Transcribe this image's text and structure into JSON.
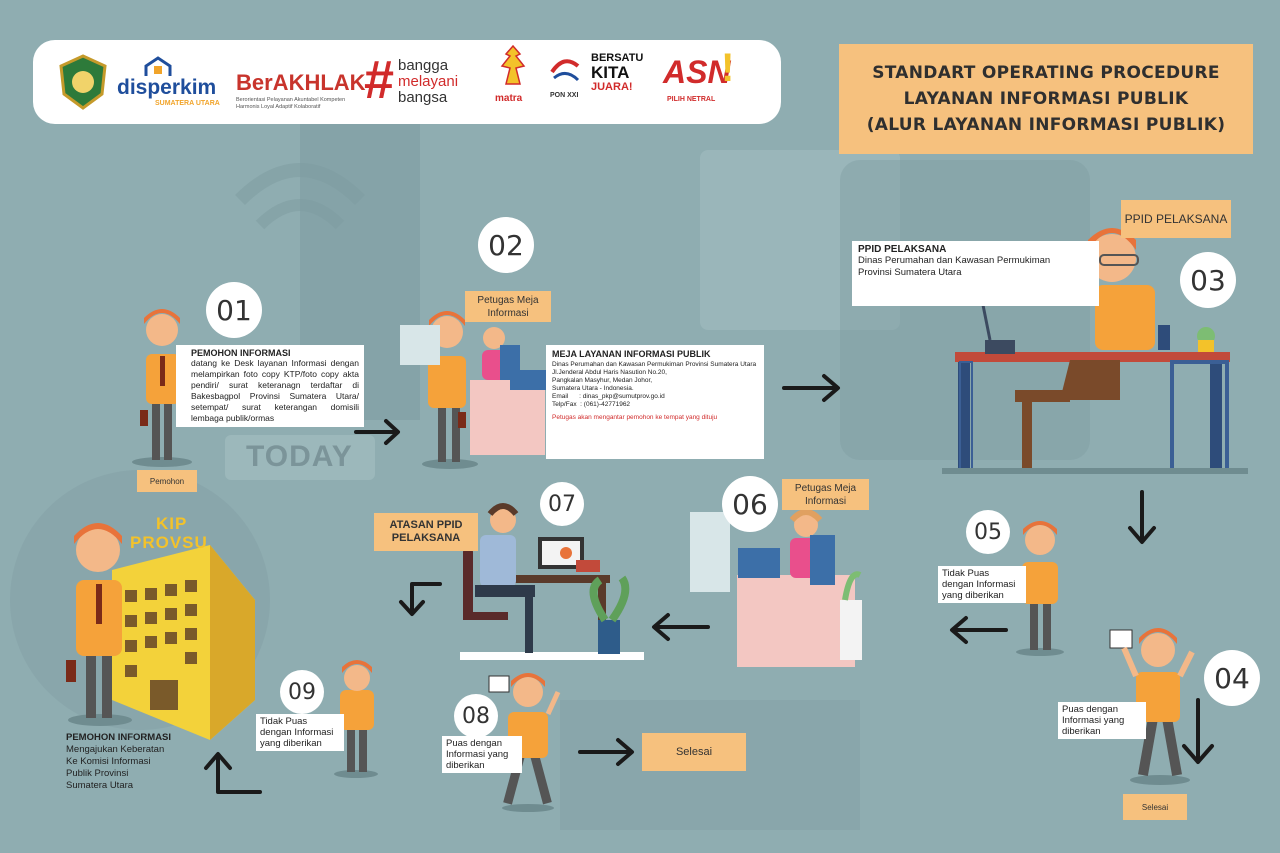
{
  "logos": {
    "disperkim": "disperkim",
    "disperkim_sub": "SUMATERA UTARA",
    "berakhlak": "BerAKHLAK",
    "berakhlak_sub": "Berorientasi Pelayanan Akuntabel Kompeten Harmonis Loyal Adaptif Kolaboratif",
    "bangga_1": "bangga",
    "bangga_2": "melayani",
    "bangga_3": "bangsa",
    "matra": "matra",
    "pon": "PON XXI",
    "bersatu_1": "BERSATU",
    "bersatu_2": "KITA",
    "bersatu_3": "JUARA!",
    "asn": "ASN",
    "asn_sub": "PILIH NETRAL"
  },
  "title": {
    "line1": "STANDART OPERATING PROCEDURE",
    "line2": "LAYANAN INFORMASI PUBLIK",
    "line3": "(ALUR LAYANAN INFORMASI PUBLIK)"
  },
  "bg_text": "TODAY",
  "steps": {
    "s01": {
      "num": "01",
      "heading": "PEMOHON INFORMASI",
      "text": "datang ke Desk layanan Informasi dengan melampirkan foto copy KTP/foto copy akta pendiri/ surat keteranagn terdaftar di Bakesbagpol Provinsi Sumatera Utara/ setempat/ surat keterangan domisili lembaga publik/ormas",
      "tag": "Pemohon"
    },
    "s02": {
      "num": "02",
      "tag": "Petugas Meja Informasi",
      "heading": "MEJA LAYANAN INFORMASI PUBLIK",
      "line1": "Dinas Perumahan dan Kawasan Permukiman Provinsi Sumatera Utara",
      "line2": "Jl.Jenderal Abdul Haris Nasution No.20,",
      "line3": "Pangkalan Masyhur, Medan Johor,",
      "line4": "Sumatera Utara - Indonesia.",
      "line5": "Email      : dinas_pkp@sumutprov.go.id",
      "line6": "Telp/Fax  : (061)-42771962",
      "note": "Petugas akan mengantar pemohon ke tempat yang dituju"
    },
    "s03": {
      "num": "03",
      "tag": "PPID PELAKSANA",
      "heading": "PPID PELAKSANA",
      "line1": "Dinas Perumahan dan Kawasan Permukiman",
      "line2": "Provinsi Sumatera Utara"
    },
    "s04": {
      "num": "04",
      "text": "Puas dengan Informasi yang diberikan",
      "tag": "Selesai"
    },
    "s05": {
      "num": "05",
      "text": "Tidak Puas dengan Informasi yang diberikan"
    },
    "s06": {
      "num": "06",
      "tag": "Petugas Meja Informasi"
    },
    "s07": {
      "num": "07",
      "tag": "ATASAN PPID PELAKSANA"
    },
    "s08": {
      "num": "08",
      "text": "Puas dengan Informasi yang diberikan",
      "tag": "Selesai"
    },
    "s09": {
      "num": "09",
      "text": "Tidak Puas dengan Informasi yang diberikan"
    },
    "kip": {
      "sign1": "KIP",
      "sign2": "PROVSU",
      "heading": "PEMOHON INFORMASI",
      "line1": "Mengajukan Keberatan",
      "line2": "Ke Komisi Informasi",
      "line3": "Publik Provinsi",
      "line4": "Sumatera Utara"
    }
  },
  "colors": {
    "background": "#8fadb1",
    "accent": "#f6c17e",
    "shirt": "#f5a23a",
    "hair": "#e8733a",
    "arrow": "#1a1a1a"
  }
}
